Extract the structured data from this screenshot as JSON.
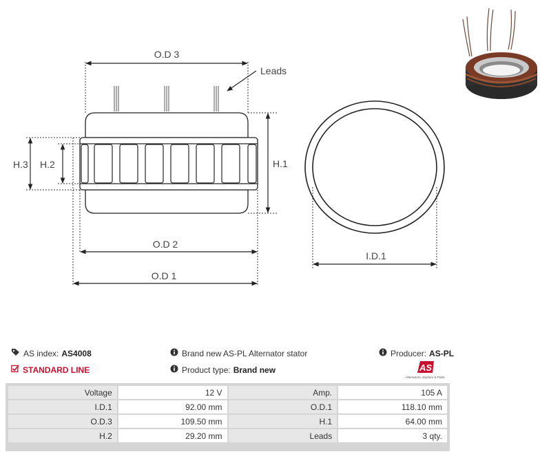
{
  "drawing": {
    "od3": "O.D 3",
    "od2": "O.D 2",
    "od1": "O.D 1",
    "h1": "H.1",
    "h2": "H.2",
    "h3": "H.3",
    "leads": "Leads",
    "id1": "I.D.1"
  },
  "info": {
    "as_index_label": "AS index:",
    "as_index_value": "AS4008",
    "line": "STANDARD LINE",
    "description": "Brand new AS-PL Alternator stator",
    "product_type_label": "Product type:",
    "product_type_value": "Brand new",
    "producer_label": "Producer:",
    "producer_value": "AS-PL",
    "logo_text": "AS",
    "logo_sub": "Alternators, Starters & Parts",
    "accent_color": "#c8102e"
  },
  "specs": {
    "rows": [
      {
        "k1": "Voltage",
        "v1": "12 V",
        "k2": "Amp.",
        "v2": "105 A"
      },
      {
        "k1": "I.D.1",
        "v1": "92.00 mm",
        "k2": "O.D.1",
        "v2": "118.10 mm"
      },
      {
        "k1": "O.D.3",
        "v1": "109.50 mm",
        "k2": "H.1",
        "v2": "64.00 mm"
      },
      {
        "k1": "H.2",
        "v1": "29.20 mm",
        "k2": "Leads",
        "v2": "3 qty."
      }
    ]
  }
}
